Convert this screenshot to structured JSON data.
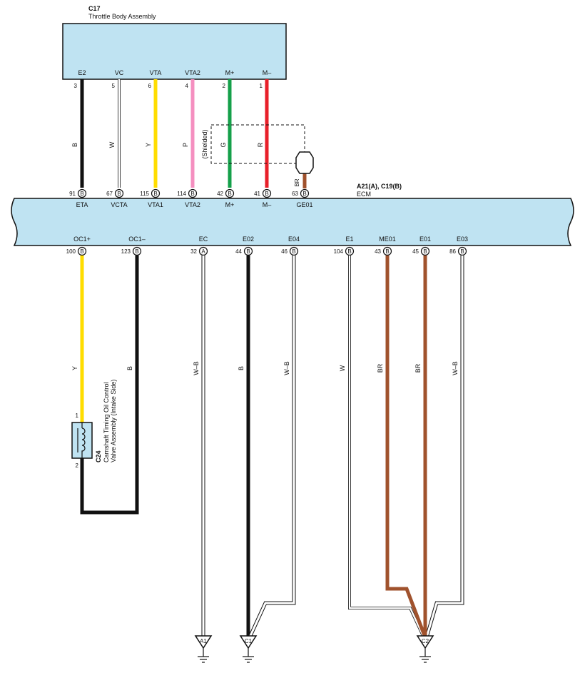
{
  "colors": {
    "box_fill": "#bfe3f2",
    "B": "#111111",
    "W": "#ffffff",
    "Y": "#ffdd00",
    "P": "#f58fc0",
    "G": "#15a04a",
    "R": "#e8202a",
    "BR": "#a0522d"
  },
  "throttle_body": {
    "code": "C17",
    "name": "Throttle Body Assembly",
    "terminals": [
      {
        "name": "E2",
        "pin": "3"
      },
      {
        "name": "VC",
        "pin": "5"
      },
      {
        "name": "VTA",
        "pin": "6"
      },
      {
        "name": "VTA2",
        "pin": "4"
      },
      {
        "name": "M+",
        "pin": "2"
      },
      {
        "name": "M–",
        "pin": "1"
      }
    ]
  },
  "upper_wires": [
    {
      "color_code": "B"
    },
    {
      "color_code": "W"
    },
    {
      "color_code": "Y"
    },
    {
      "color_code": "P"
    },
    {
      "color_code": "G"
    },
    {
      "color_code": "R"
    }
  ],
  "shield": {
    "label": "(Shielded)",
    "drain_color_code": "BR"
  },
  "ecm": {
    "title": "A21(A), C19(B)",
    "name": "ECM",
    "top_pins": [
      {
        "pin": "91",
        "conn": "B",
        "name": "ETA"
      },
      {
        "pin": "67",
        "conn": "B",
        "name": "VCTA"
      },
      {
        "pin": "115",
        "conn": "B",
        "name": "VTA1"
      },
      {
        "pin": "114",
        "conn": "B",
        "name": "VTA2"
      },
      {
        "pin": "42",
        "conn": "B",
        "name": "M+"
      },
      {
        "pin": "41",
        "conn": "B",
        "name": "M–"
      },
      {
        "pin": "63",
        "conn": "B",
        "name": "GE01"
      }
    ],
    "bottom_pins": [
      {
        "pin": "100",
        "conn": "B",
        "name": "OC1+"
      },
      {
        "pin": "123",
        "conn": "B",
        "name": "OC1–"
      },
      {
        "pin": "32",
        "conn": "A",
        "name": "EC"
      },
      {
        "pin": "44",
        "conn": "B",
        "name": "E02"
      },
      {
        "pin": "46",
        "conn": "B",
        "name": "E04"
      },
      {
        "pin": "104",
        "conn": "B",
        "name": "E1"
      },
      {
        "pin": "43",
        "conn": "B",
        "name": "ME01"
      },
      {
        "pin": "45",
        "conn": "B",
        "name": "E01"
      },
      {
        "pin": "86",
        "conn": "B",
        "name": "E03"
      }
    ]
  },
  "lower_wires": [
    {
      "color_code": "Y"
    },
    {
      "color_code": "B"
    },
    {
      "color_code": "W–B"
    },
    {
      "color_code": "B"
    },
    {
      "color_code": "W–B"
    },
    {
      "color_code": "W"
    },
    {
      "color_code": "BR"
    },
    {
      "color_code": "BR"
    },
    {
      "color_code": "W–B"
    }
  ],
  "ocv": {
    "code": "C24",
    "line1": "Camshaft Timing Oil Control",
    "line2": "Valve Assembly (Intake Side)",
    "pin1": "1",
    "pin2": "2"
  },
  "grounds": [
    {
      "label": "A1"
    },
    {
      "label": "C1"
    },
    {
      "label": "C2"
    }
  ]
}
